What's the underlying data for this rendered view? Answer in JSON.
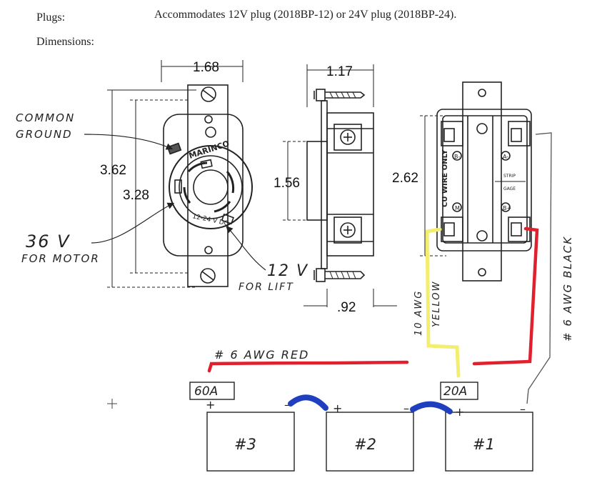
{
  "header": {
    "plugs_label": "Plugs:",
    "plugs_value": "Accommodates 12V plug (2018BP-12) or 24V plug (2018BP-24).",
    "dimensions_label": "Dimensions:"
  },
  "front_view": {
    "width_dim": "1.68",
    "overall_height_dim": "3.62",
    "inner_height_dim": "3.28",
    "brand": "MARINCO",
    "rating": "12-24 V DC"
  },
  "side_view": {
    "width_dim": "1.17",
    "height_dim": "1.56",
    "depth_dim": ".92"
  },
  "rear_view": {
    "height_dim": "2.62",
    "wire_note": "CU WIRE ONLY",
    "terminals": [
      "B-",
      "A-",
      "M",
      "B+"
    ],
    "strip_label": "STRIP",
    "gage_label": "GAGE"
  },
  "annotations": {
    "common_ground": [
      "COMMON",
      "GROUND"
    ],
    "motor": [
      "36 V",
      "FOR MOTOR"
    ],
    "lift": [
      "12 V",
      "FOR LIFT"
    ],
    "red_wire": "# 6 AWG RED",
    "yellow_wire": [
      "10 AWG",
      "YELLOW"
    ],
    "black_wire": "# 6 AWG BLACK"
  },
  "batteries": [
    {
      "label": "#3",
      "fuse": "60A"
    },
    {
      "label": "#2",
      "fuse": ""
    },
    {
      "label": "#1",
      "fuse": "20A"
    }
  ],
  "terminal_signs": {
    "plus": "+",
    "minus": "–"
  },
  "colors": {
    "red_wire": "#e0202c",
    "yellow_wire": "#f4ee70",
    "jumper": "#1f3fbf",
    "ink": "#222222"
  }
}
